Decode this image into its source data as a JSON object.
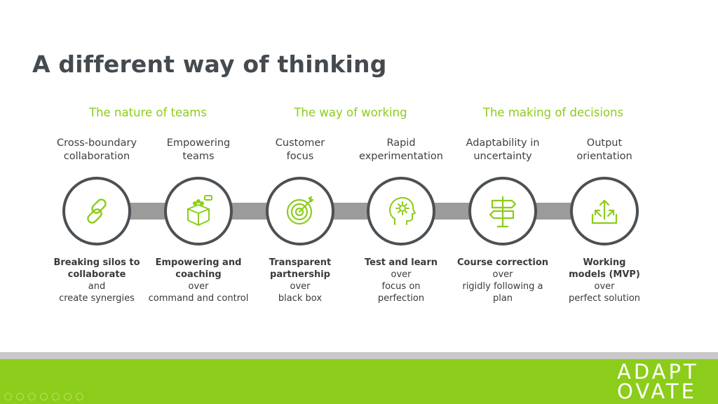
{
  "title": "A different way of thinking",
  "categories": [
    "The nature of teams",
    "The way of working",
    "The making of decisions"
  ],
  "items": [
    {
      "label": [
        "Cross-boundary",
        "collaboration"
      ],
      "desc_bold": [
        "Breaking silos to",
        "collaborate"
      ],
      "desc": [
        "and",
        "create synergies"
      ],
      "icon": "link-icon"
    },
    {
      "label": [
        "Empowering",
        "teams"
      ],
      "desc_bold": [
        "Empowering and",
        "coaching"
      ],
      "desc": [
        "over",
        "command and control"
      ],
      "icon": "box-team-icon"
    },
    {
      "label": [
        "Customer",
        "focus"
      ],
      "desc_bold": [
        "Transparent",
        "partnership"
      ],
      "desc": [
        "over",
        "black box"
      ],
      "icon": "target-icon"
    },
    {
      "label": [
        "Rapid",
        "experimentation"
      ],
      "desc_bold": [
        "Test and learn"
      ],
      "desc": [
        "over",
        "focus on",
        "perfection"
      ],
      "icon": "head-gear-icon"
    },
    {
      "label": [
        "Adaptability in",
        "uncertainty"
      ],
      "desc_bold": [
        "Course correction"
      ],
      "desc": [
        "over",
        "rigidly following a",
        "plan"
      ],
      "icon": "signpost-icon"
    },
    {
      "label": [
        "Output",
        "orientation"
      ],
      "desc_bold": [
        "Working",
        "models (MVP)"
      ],
      "desc": [
        "over",
        "perfect solution"
      ],
      "icon": "output-arrows-icon"
    }
  ],
  "logo": {
    "line1": "ADAPT",
    "line2": "OVATE"
  },
  "colors": {
    "accent": "#8ccc1a",
    "dark": "#4b5054",
    "bar": "#9b9b9b"
  }
}
